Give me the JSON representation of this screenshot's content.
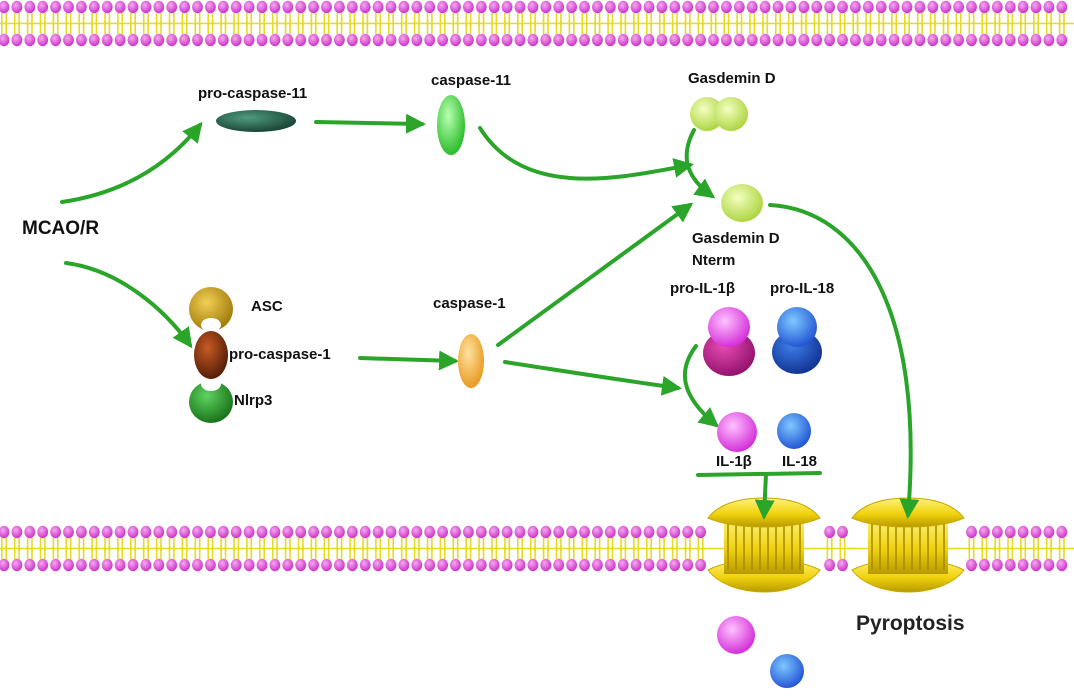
{
  "diagram": {
    "labels": {
      "mcao": "MCAO/R",
      "pro_caspase_11": "pro-caspase-11",
      "caspase_11": "caspase-11",
      "gasdermin_d": "Gasdemin D",
      "gasdermin_d_nterm_line1": "Gasdemin D",
      "gasdermin_d_nterm_line2": "Nterm",
      "asc": "ASC",
      "pro_caspase_1": "pro-caspase-1",
      "nlrp3": "Nlrp3",
      "caspase_1": "caspase-1",
      "pro_il_1b": "pro-IL-1β",
      "pro_il_18": "pro-IL-18",
      "il_1b": "IL-1β",
      "il_18": "IL-18",
      "pyroptosis": "Pyroptosis"
    },
    "colors": {
      "arrow": "#2aa52a",
      "membrane_head": "#d63fd0",
      "membrane_tail": "#e6dc1c",
      "pore": "#f2dc1e",
      "pro_caspase_11": "#1f5a44",
      "caspase_11": "#37d337",
      "gasdermin": "#c8ee5a",
      "asc": "#c49a12",
      "pro_caspase_1": "#7a2e0c",
      "nlrp3": "#1f9a1f",
      "caspase_1": "#f5b13a",
      "il_1b": "#e24ae6",
      "il_1b_dark": "#c01f8f",
      "il_18": "#2f6ef0",
      "il_18_dark": "#1a48b8"
    }
  }
}
